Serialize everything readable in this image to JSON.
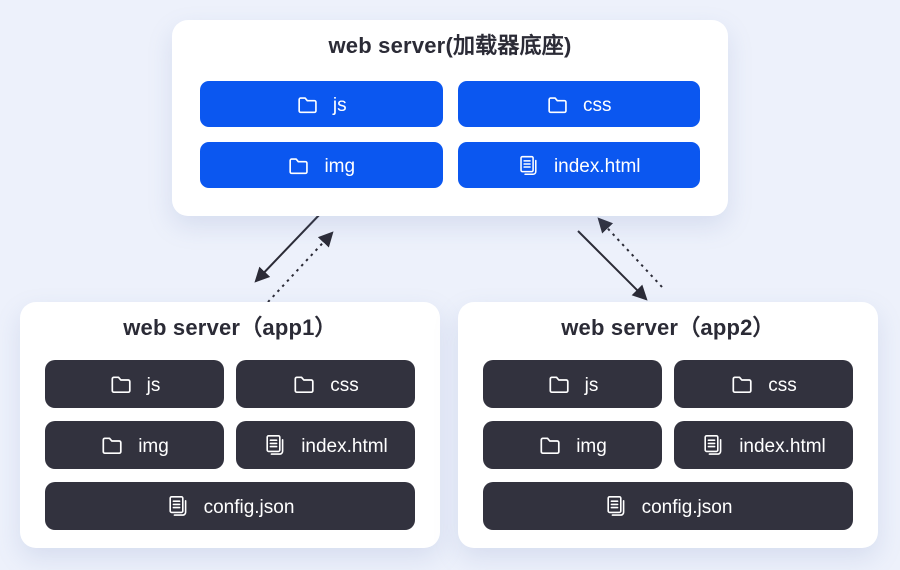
{
  "colors": {
    "background": "#edf1fb",
    "card": "#ffffff",
    "accent_blue": "#0b57f0",
    "dark_node": "#32323e",
    "node_text": "#ffffff",
    "title_text": "#2b2b36",
    "arrow": "#2b2b36"
  },
  "servers": [
    {
      "id": "loader",
      "title": "web server(加载器底座)",
      "variant": "blue",
      "items": [
        {
          "label": "js",
          "icon": "folder-icon"
        },
        {
          "label": "css",
          "icon": "folder-icon"
        },
        {
          "label": "img",
          "icon": "folder-icon"
        },
        {
          "label": "index.html",
          "icon": "file-icon"
        }
      ]
    },
    {
      "id": "app1",
      "title": "web server（app1）",
      "variant": "dark",
      "items": [
        {
          "label": "js",
          "icon": "folder-icon"
        },
        {
          "label": "css",
          "icon": "folder-icon"
        },
        {
          "label": "img",
          "icon": "folder-icon"
        },
        {
          "label": "index.html",
          "icon": "file-icon"
        },
        {
          "label": "config.json",
          "icon": "file-icon"
        }
      ]
    },
    {
      "id": "app2",
      "title": "web server（app2）",
      "variant": "dark",
      "items": [
        {
          "label": "js",
          "icon": "folder-icon"
        },
        {
          "label": "css",
          "icon": "folder-icon"
        },
        {
          "label": "img",
          "icon": "folder-icon"
        },
        {
          "label": "index.html",
          "icon": "file-icon"
        },
        {
          "label": "config.json",
          "icon": "file-icon"
        }
      ]
    }
  ],
  "connections": [
    {
      "from": "loader",
      "to": "app1",
      "style": "solid"
    },
    {
      "from": "app1",
      "to": "loader",
      "style": "dashed"
    },
    {
      "from": "loader",
      "to": "app2",
      "style": "solid"
    },
    {
      "from": "app2",
      "to": "loader",
      "style": "dashed"
    }
  ]
}
